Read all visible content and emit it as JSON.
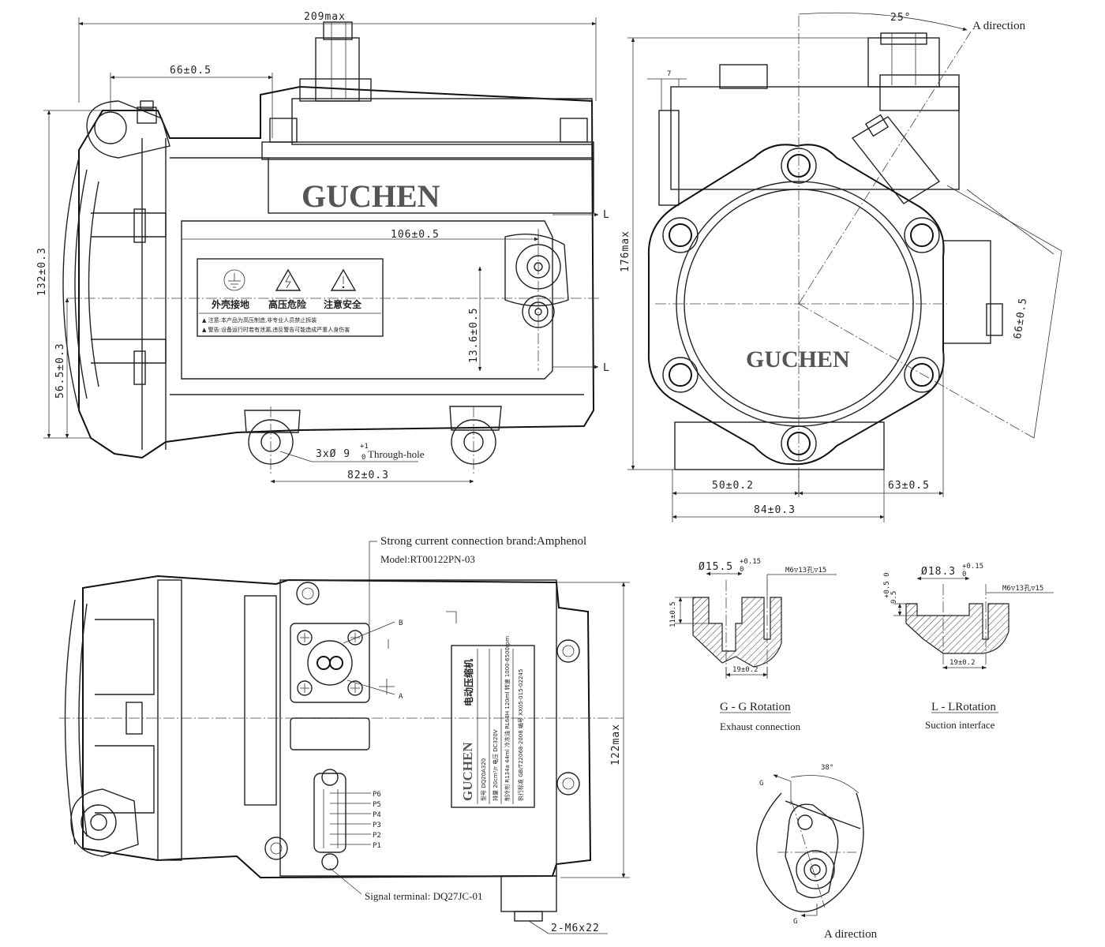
{
  "brand": {
    "name": "GUCHEN"
  },
  "front_view": {
    "dims": {
      "width_max": "209max",
      "d66": "66±0.5",
      "d106": "106±0.5",
      "d132": "132±0.3",
      "d56": "56.5±0.3",
      "d136": "13.6±0.5",
      "d82": "82±0.3",
      "hole_label": "3xØ 9",
      "hole_tol_top": "+1",
      "hole_tol_bottom": "0",
      "through_hole": "Through-hole",
      "section_L_top": "L",
      "section_L_bottom": "L"
    },
    "warning_label": {
      "item1": "外壳接地",
      "item2": "高压危险",
      "item3": "注意安全",
      "line1": "▲ 注意:本产品为高压制造,非专业人员禁止拆装",
      "line2": "▲ 警告:设备运行时若有泄漏,违反警告可能造成严重人身伤害"
    }
  },
  "side_view": {
    "dims": {
      "angle": "25°",
      "a_direction": "A direction",
      "d7": "7",
      "height_max": "176max",
      "d66": "66±0.5",
      "d50": "50±0.2",
      "d63": "63±0.5",
      "d84": "84±0.3"
    }
  },
  "top_view": {
    "strong_current": "Strong current connection brand:Amphenol",
    "model": "Model:RT00122PN-03",
    "b_label": "B",
    "a_label": "A",
    "height_max": "122max",
    "pins": [
      "P6",
      "P5",
      "P4",
      "P3",
      "P2",
      "P1"
    ],
    "signal_terminal": "Signal terminal: DQ27JC-01",
    "bolts": "2-M6x22",
    "nameplate": {
      "brand": "GUCHEN",
      "title": "电动压缩机",
      "row1": "型号 DQ20A320",
      "row2": "排量 20cm³/r   电压 DC320V",
      "row3": "制冷剂 R134a 44ml  冷冻油 RL68H 120ml  转速 1000-6500rpm",
      "row4": "执行标准 GB/T22068-2008   编号 XX05-015-02245"
    }
  },
  "section_gg": {
    "bore": "Ø15.5",
    "bore_tol_top": "+0.15",
    "bore_tol_bottom": "0",
    "thread": "M6▽13孔▽15",
    "depth": "11±0.5",
    "spacing": "19±0.2",
    "title": "G - G Rotation",
    "subtitle": "Exhaust connection"
  },
  "section_ll": {
    "bore": "Ø18.3",
    "bore_tol_top": "+0.15",
    "bore_tol_bottom": "0",
    "thread": "M6▽13孔▽15",
    "depth": "9.5",
    "depth_tol": "+0.5 0",
    "spacing": "19±0.2",
    "title": "L - LRotation",
    "subtitle": "Suction interface"
  },
  "a_view": {
    "angle": "38°",
    "g_top": "G",
    "g_bottom": "G",
    "title": "A direction"
  }
}
